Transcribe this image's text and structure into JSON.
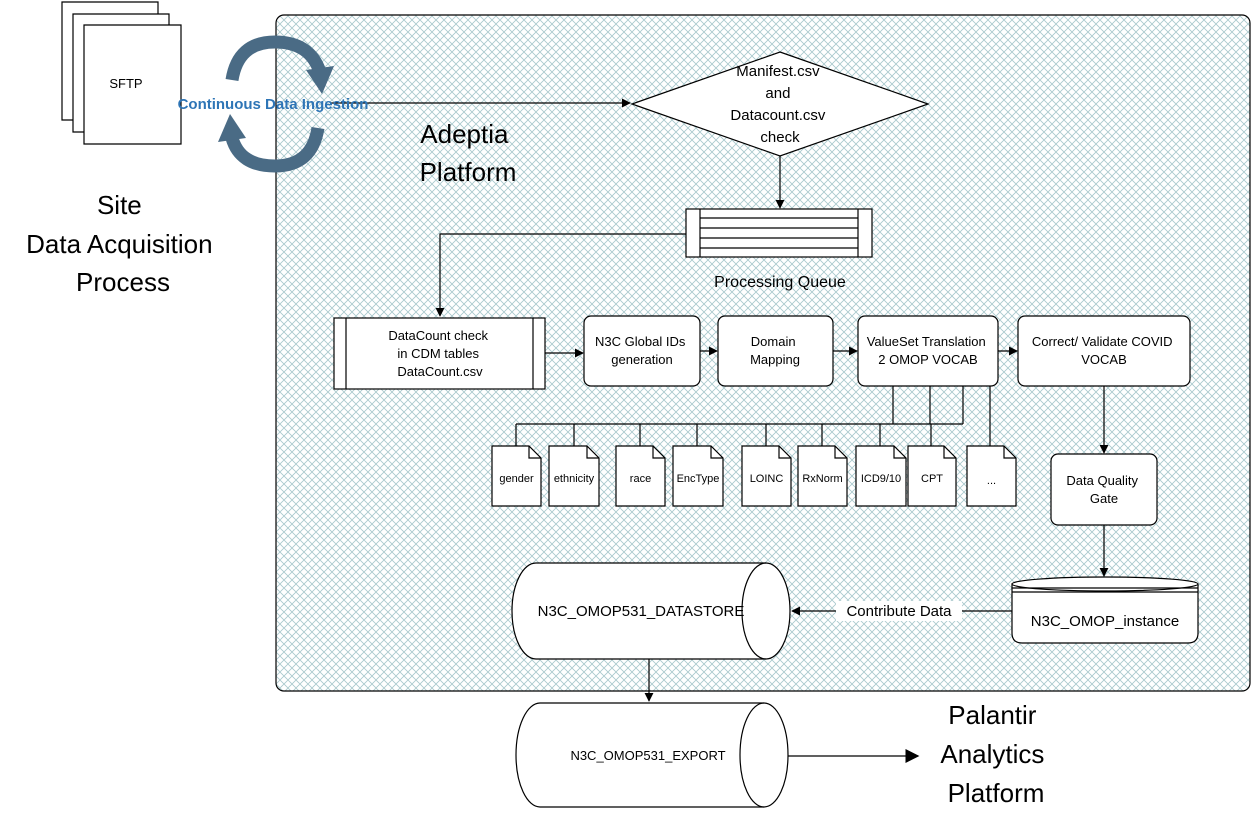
{
  "source": {
    "sftp_label": "SFTP",
    "ingestion_label": "Continuous Data Ingestion",
    "site_title": [
      "Site",
      "Data Acquisition",
      "Process"
    ]
  },
  "platform": {
    "title": [
      "Adeptia",
      "Platform"
    ]
  },
  "nodes": {
    "manifest_check": [
      "Manifest.csv",
      "and",
      "Datacount.csv",
      "check"
    ],
    "processing_queue": "Processing Queue",
    "datacount_check": [
      "DataCount check",
      "in CDM tables",
      "DataCount.csv"
    ],
    "global_ids": [
      "N3C Global IDs",
      "generation"
    ],
    "domain_mapping": [
      "Domain",
      "Mapping"
    ],
    "valueset_translation": [
      "ValueSet Translation",
      "2 OMOP VOCAB"
    ],
    "covid_vocab": [
      "Correct/ Validate COVID",
      "VOCAB"
    ],
    "data_quality_gate": [
      "Data Quality",
      "Gate"
    ],
    "omop_instance": "N3C_OMOP_instance",
    "datastore": "N3C_OMOP531_DATASTORE",
    "export": "N3C_OMOP531_EXPORT",
    "palantir": [
      "Palantir",
      "Analytics",
      "Platform"
    ]
  },
  "vocab_files": [
    "gender",
    "ethnicity",
    "race",
    "EncType",
    "LOINC",
    "RxNorm",
    "ICD9/10",
    "CPT",
    "..."
  ],
  "edge_labels": {
    "contribute": "Contribute Data"
  },
  "colors": {
    "ingestion_text": "#2e75b6",
    "cycle_arrows": "#4a6b85",
    "platform_hatch": "#a8c8cc",
    "platform_border": "#000000"
  }
}
